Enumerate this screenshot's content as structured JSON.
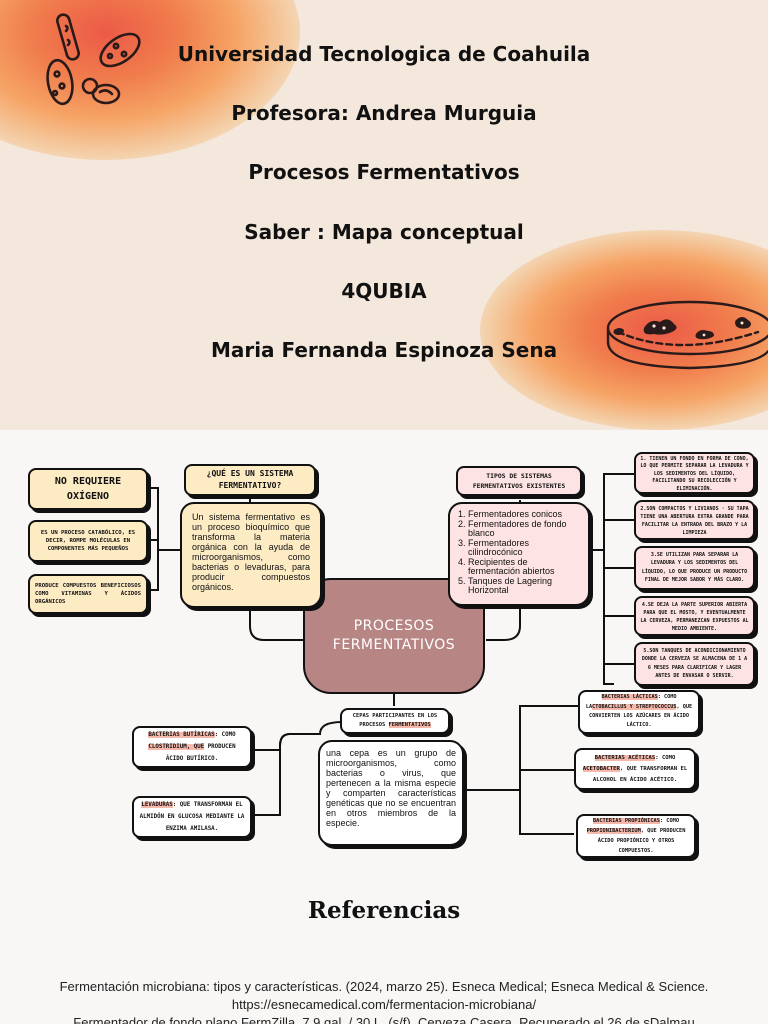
{
  "cover": {
    "university": "Universidad Tecnologica de Coahuila",
    "teacher": "Profesora: Andrea Murguia",
    "subject": "Procesos Fermentativos",
    "knowledge": "Saber : Mapa conceptual",
    "group": "4QUBIA",
    "student": "Maria Fernanda Espinoza Sena"
  },
  "colors": {
    "cover_background": "#f4e7db",
    "glow": "#ec5a48",
    "central_node": "#b78583",
    "cream_box": "#fdebc4",
    "pink_box": "#fde3e3",
    "highlight": "#f5b8aa"
  },
  "icons": [
    "bacteria-icon",
    "petri-dish-icon"
  ],
  "map": {
    "central": {
      "line1": "PROCESOS",
      "line2": "FERMENTATIVOS"
    },
    "no_oxygen": {
      "line1": "NO REQUIERE",
      "line2": "OXÍGENO"
    },
    "catabolic": "ES UN PROCESO CATABÓLICO, ES DECIR, ROMPE MOLÉCULAS EN COMPONENTES MÁS PEQUEÑOS",
    "produces": "PRODUCE COMPUESTOS BENEFICIOSOS COMO VITAMINAS Y ÁCIDOS ORGÁNICOS",
    "question": "¿QUÉ ES UN SISTEMA FERMENTATIVO?",
    "definition": "Un sistema fermentativo es un proceso bioquímico que transforma la materia orgánica con la ayuda de microorganismos, como bacterias o levaduras, para producir compuestos orgánicos.",
    "types_title": "TIPOS DE SISTEMAS FERMENTATIVOS EXISTENTES",
    "types": [
      "Fermentadores conicos",
      "Fermentadores de fondo blanco",
      "Fermentadores cilindrocónico",
      "Recipientes de fermentación abiertos",
      "Tanques de Lagering Horizontal"
    ],
    "details": [
      "1. TIENEN UN FONDO EN FORMA DE CONO, LO QUE PERMITE SEPARAR LA LEVADURA Y LOS SEDIMENTOS DEL LÍQUIDO, FACILITANDO SU RECOLECCIÓN Y ELIMINACIÓN.",
      "2.SON COMPACTOS Y LIVIANOS · SU TAPA TIENE UNA ABERTURA EXTRA GRANDE PARA FACILITAR LA ENTRADA DEL BRAZO Y LA LIMPIEZA",
      "3.SE UTILIZAN PARA SEPARAR LA LEVADURA Y LOS SEDIMENTOS DEL LÍQUIDO, LO QUE PRODUCE UN PRODUCTO FINAL DE MEJOR SABOR Y MÁS CLARO.",
      "4.SE DEJA LA PARTE SUPERIOR ABIERTA PARA QUE EL MOSTO, Y EVENTUALMENTE LA CERVEZA, PERMANEZCAN EXPUESTOS AL MEDIO AMBIENTE.",
      "5.SON TANQUES DE ACONDICIONAMIENTO DONDE LA CERVEZA SE ALMACENA DE 1 A 6 MESES PARA CLARIFICAR Y LAGER ANTES DE ENVASAR O SERVIR."
    ],
    "strains_title_a": "CEPAS PARTICIPANTES EN LOS PROCESOS ",
    "strains_title_b": "FERMENTATIVOS",
    "strain_definition": "una cepa es un grupo de microorganismos, como bacterias o virus, que pertenecen a la misma especie y comparten características genéticas que no se encuentran en otros miembros de la especie.",
    "butyric": {
      "a": "BACTERIAS BUTÍRICAS",
      "b": ": COMO ",
      "c": "CLOSTRIDIUM, QUE",
      "d": " PRODUCEN ÁCIDO BUTÍRICO."
    },
    "yeast": {
      "a": "LEVADURAS",
      "b": ": QUE TRANSFORMAN EL ALMIDÓN EN GLUCOSA MEDIANTE LA ENZIMA AMILASA."
    },
    "lactic": {
      "a": "BACTERIAS LÁCTICAS",
      "b": ": COMO LA",
      "c": "CTOBACILLUS Y STREPTOCOCCUS",
      "d": ", QUE CONVIERTEN LOS AZÚCARES EN ÁCIDO LÁCTICO."
    },
    "acetic": {
      "a": "BACTERIAS ACÉTICAS",
      "b": ": COMO ",
      "c": "ACETOBACTER",
      "d": ", QUE TRANSFORMAN EL ALCOHOL EN ÁCIDO ACÉTICO."
    },
    "propionic": {
      "a": "BACTERIAS PROPIÓNICAS",
      "b": ": COMO ",
      "c": "PROPIONIBACTERIUM",
      "d": ", QUE PRODUCEN ÁCIDO PROPIÓNICO Y OTROS COMPUESTOS."
    }
  },
  "references": {
    "title": "Referencias",
    "ref1": "Fermentación microbiana: tipos y características. (2024, marzo 25). Esneca Medical; Esneca Medical & Science. https://esnecamedical.com/fermentacion-microbiana/",
    "ref2": "Fermentador de fondo plano FermZilla, 7.9 gal. / 30 L. (s/f). Cerveza Casera. Recuperado el 26 de sDalmau"
  }
}
